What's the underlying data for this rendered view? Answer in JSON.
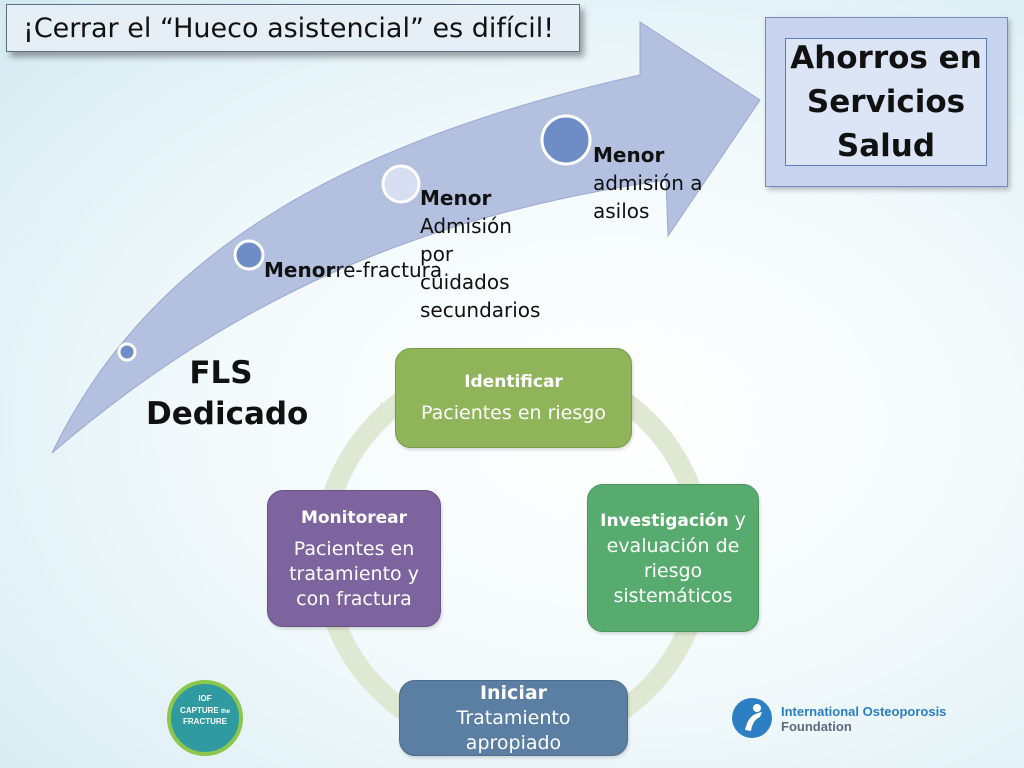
{
  "slide": {
    "title": "¡Cerrar el “Hueco asistencial” es difícil!",
    "savings_box": {
      "text": "Ahorros en Servicios Salud"
    },
    "arrow_steps": [
      {
        "bold": "Menor",
        "rest": " re-fractura"
      },
      {
        "bold": "Menor",
        "rest": "Admisión por cuidados secundarios"
      },
      {
        "bold": "Menor",
        "rest": "admisión a asilos"
      }
    ],
    "fls_label": "FLS Dedicado",
    "cycle": {
      "identify": {
        "head": "Identificar",
        "body": "Pacientes en riesgo"
      },
      "investigate": {
        "head": "Investigación",
        "head_suffix": " y",
        "body": "evaluación de riesgo sistemáticos"
      },
      "start": {
        "head": "Iniciar",
        "body": " Tratamiento apropiado"
      },
      "monitor": {
        "head": "Monitorear",
        "body": "Pacientes en tratamiento y con fractura"
      }
    },
    "logos": {
      "capture": {
        "line1": "IOF",
        "line2": "CAPTURE",
        "line3": "the",
        "line4": "FRACTURE"
      },
      "iof": {
        "line1": "International Osteoporosis",
        "line2": "Foundation"
      }
    },
    "colors": {
      "arrow": "#b4c0e0",
      "identify": "#8fb45a",
      "investigate": "#58ab6e",
      "start": "#5b7fa3",
      "monitor": "#7e649f",
      "cycle_ring": "#dfe8d2"
    }
  }
}
